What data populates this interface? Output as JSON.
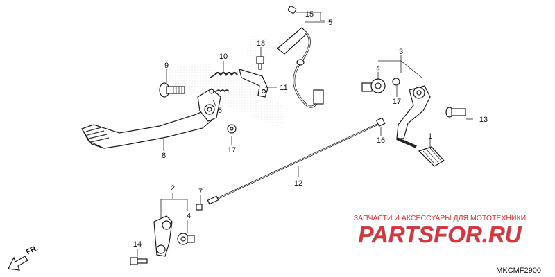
{
  "diagram": {
    "callouts": {
      "c1": "1",
      "c2": "2",
      "c3": "3",
      "c4a": "4",
      "c4b": "4",
      "c5": "5",
      "c6": "6",
      "c7": "7",
      "c8": "8",
      "c9": "9",
      "c10": "10",
      "c11": "11",
      "c12": "12",
      "c13": "13",
      "c14": "14",
      "c15": "15",
      "c16": "16",
      "c17a": "17",
      "c17b": "17",
      "c18": "18"
    },
    "direction_label": "FR.",
    "diagram_code": "MKCMF2900"
  },
  "watermark": {
    "tagline": "ЗАПЧАСТИ И АКСЕССУАРЫ ДЛЯ МОТОТЕХНИКИ",
    "brand": "PARTSFOR.RU",
    "colors": {
      "red": "#e0313a",
      "gray": "#8a8a8a"
    }
  }
}
